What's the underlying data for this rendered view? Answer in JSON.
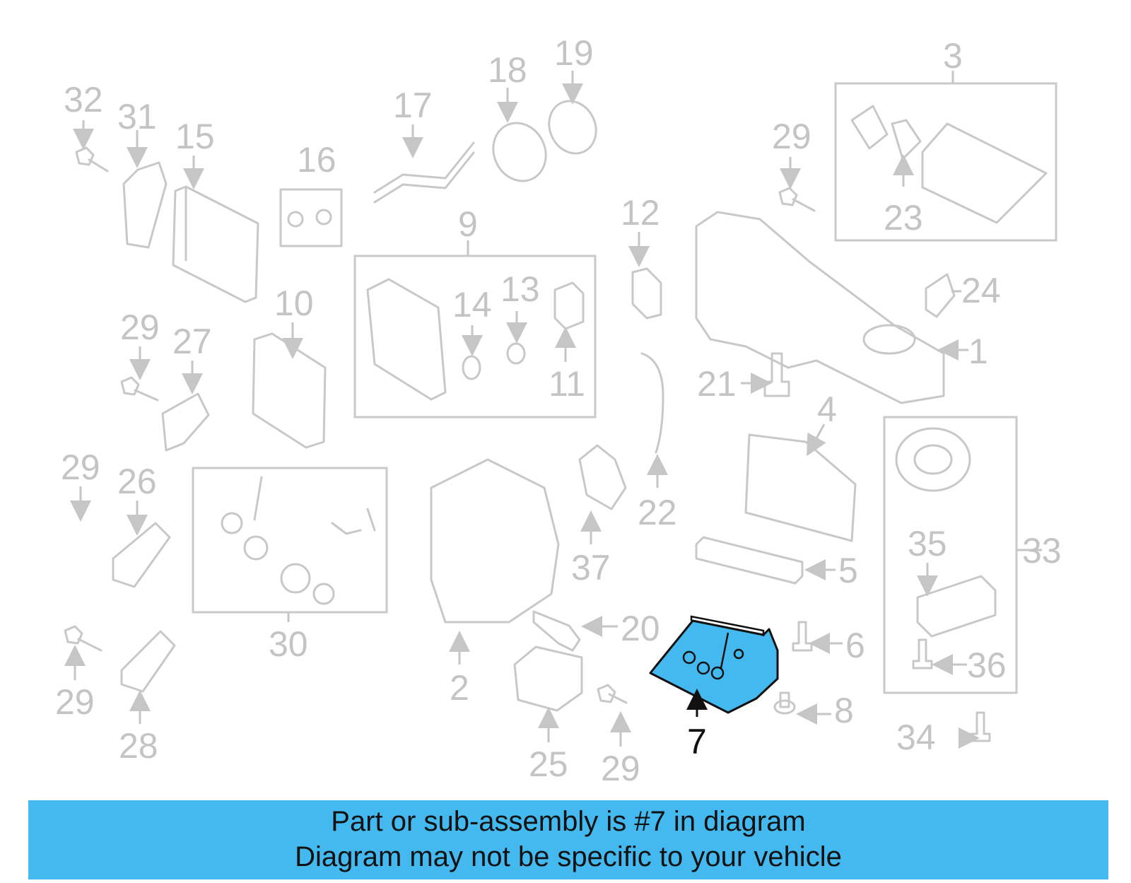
{
  "banner": {
    "line1": "Part or sub-assembly is #7 in diagram",
    "line2": "Diagram may not be specific to your vehicle"
  },
  "highlight_color": "#44b9f0",
  "highlighted_part": "7",
  "callouts": [
    "32",
    "31",
    "15",
    "16",
    "17",
    "18",
    "19",
    "3",
    "29",
    "23",
    "24",
    "12",
    "9",
    "14",
    "13",
    "11",
    "1",
    "10",
    "29",
    "27",
    "21",
    "4",
    "22",
    "37",
    "29",
    "26",
    "30",
    "2",
    "5",
    "33",
    "35",
    "20",
    "6",
    "36",
    "29",
    "28",
    "7",
    "8",
    "25",
    "29",
    "34"
  ]
}
